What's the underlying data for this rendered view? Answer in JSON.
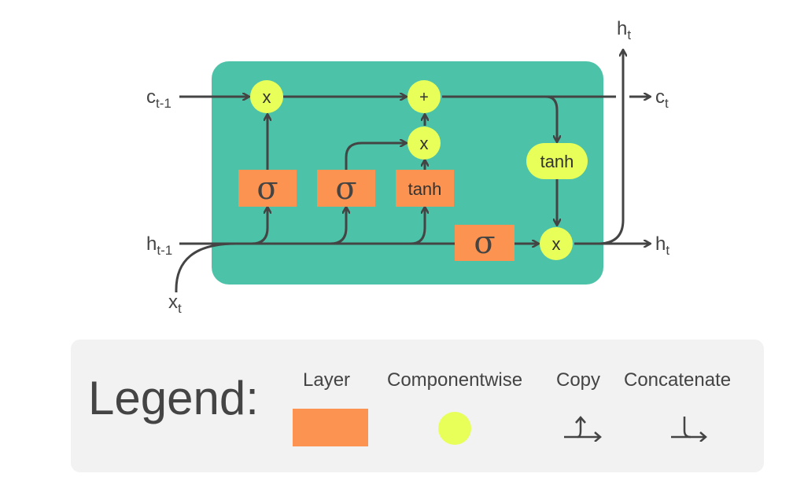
{
  "colors": {
    "cell": "#4cc3a8",
    "layer": "#fc9350",
    "componentwise": "#e8ff5a",
    "wire": "#444444",
    "legend_bg": "#f2f2f2"
  },
  "inputs": {
    "c_prev": {
      "base": "c",
      "sub": "t-1"
    },
    "h_prev": {
      "base": "h",
      "sub": "t-1"
    },
    "x": {
      "base": "x",
      "sub": "t"
    }
  },
  "outputs": {
    "c": {
      "base": "c",
      "sub": "t"
    },
    "h_right": {
      "base": "h",
      "sub": "t"
    },
    "h_top": {
      "base": "h",
      "sub": "t"
    }
  },
  "layers": {
    "forget_gate": "σ",
    "input_gate": "σ",
    "candidate": "tanh",
    "output_gate": "σ"
  },
  "ops": {
    "forget_mul": "x",
    "add": "+",
    "input_mul": "x",
    "tanh": "tanh",
    "output_mul": "x"
  },
  "legend": {
    "title": "Legend:",
    "layer": "Layer",
    "componentwise": "Componentwise",
    "copy": "Copy",
    "concatenate": "Concatenate"
  }
}
